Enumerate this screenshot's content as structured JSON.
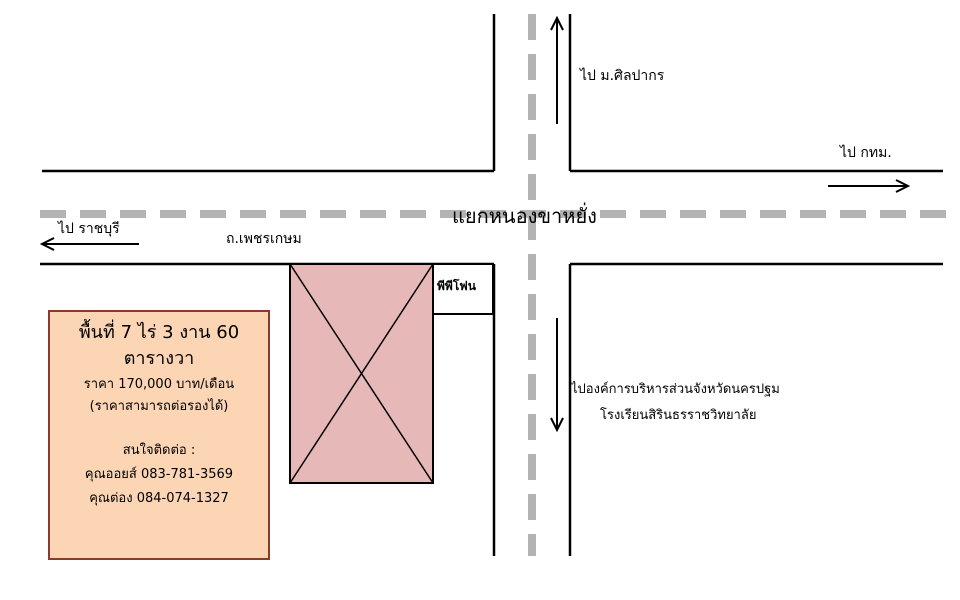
{
  "map": {
    "junction_name": "แยกหนองขาหยั่ง",
    "road_name": "ถ.เพชรเกษม",
    "directions": {
      "north": "ไป ม.ศิลปากร",
      "east": "ไป กทม.",
      "west": "ไป ราชบุรี",
      "south_line1": "ไปองค์การบริหารส่วนจังหวัดนครปฐม",
      "south_line2": "โรงเรียนสิรินธรราชวิทยาลัย"
    },
    "landmark": "พีพีโฟน",
    "colors": {
      "plot_fill": "#e6b8b8",
      "info_fill": "#fcd5b4",
      "info_border": "#8b3a2e",
      "center_line": "#b3b3b3"
    }
  },
  "info": {
    "area_line1": "พื้นที่ 7 ไร่ 3 งาน 60",
    "area_line2": "ตารางวา",
    "price": "ราคา 170,000 บาท/เดือน",
    "negotiable": "(ราคาสามารถต่อรองได้)",
    "contact_heading": "สนใจติดต่อ :",
    "contact1": "คุณออยส์ 083-781-3569",
    "contact2": "คุณต่อง 084-074-1327"
  }
}
